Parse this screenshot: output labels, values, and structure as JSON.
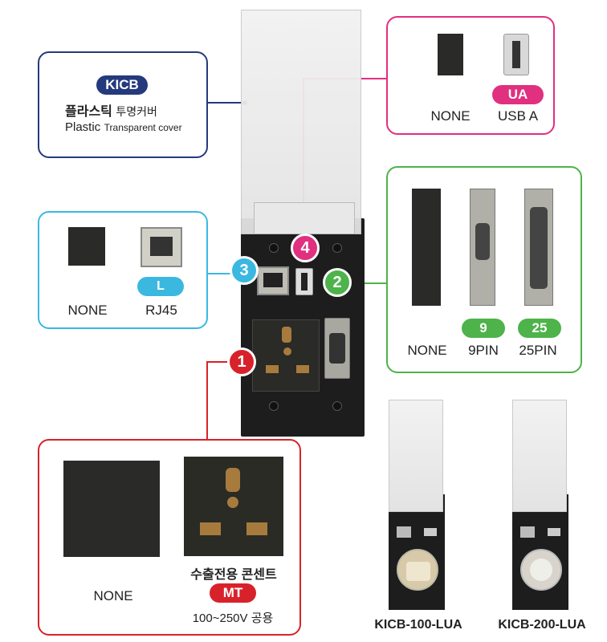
{
  "colors": {
    "navy": "#243a7c",
    "cyan": "#3bb8e0",
    "green": "#4db34a",
    "magenta": "#e0307f",
    "red": "#d8222b"
  },
  "cover_box": {
    "badge": "KICB",
    "line1_bold": "플라스틱",
    "line1_light": "투명커버",
    "line2_bold": "Plastic",
    "line2_light": "Transparent cover"
  },
  "rj45_box": {
    "none_label": "NONE",
    "rj45_label": "RJ45",
    "code": "L"
  },
  "usb_box": {
    "none_label": "NONE",
    "usb_label": "USB A",
    "code": "UA"
  },
  "dsub_box": {
    "none_label": "NONE",
    "pin9_label": "9PIN",
    "pin25_label": "25PIN",
    "code9": "9",
    "code25": "25"
  },
  "outlet_box": {
    "none_label": "NONE",
    "outlet_title": "수출전용 콘센트",
    "code": "MT",
    "voltage": "100~250V 공용"
  },
  "markers": [
    "1",
    "2",
    "3",
    "4"
  ],
  "models": [
    "KICB-100-LUA",
    "KICB-200-LUA"
  ]
}
